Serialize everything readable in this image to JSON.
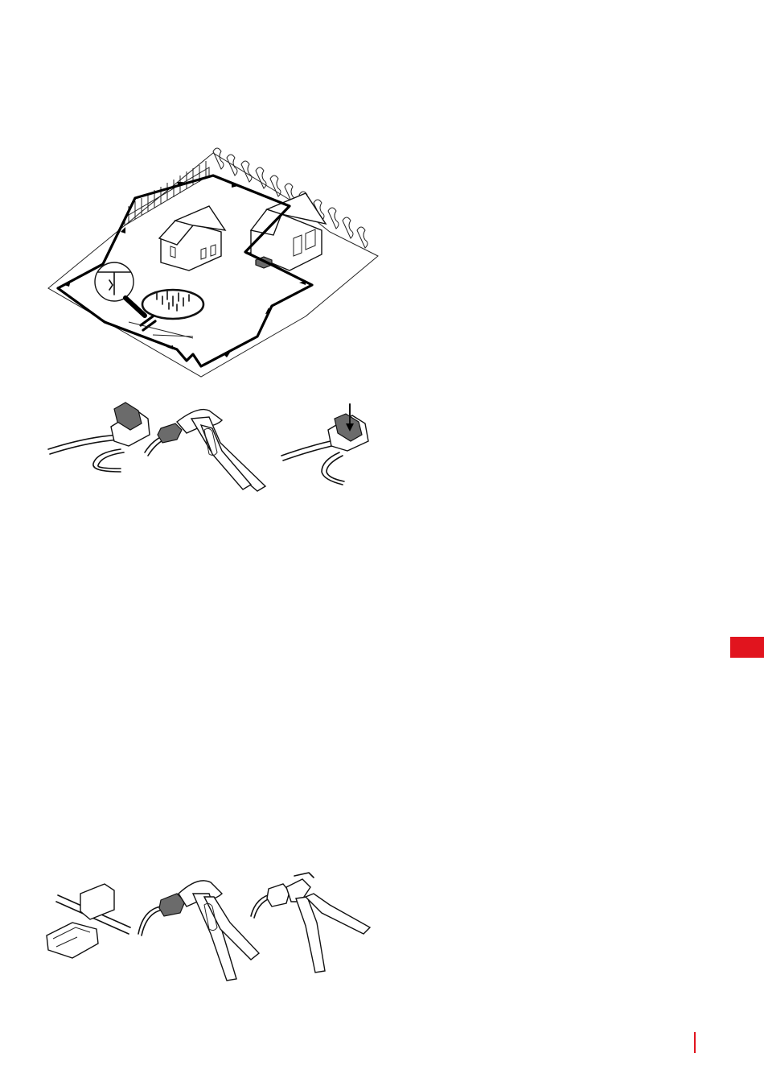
{
  "colors": {
    "accent": "#e1141e",
    "line": "#111111",
    "background": "#ffffff",
    "connector_grey": "#6b6b6b"
  },
  "figures": [
    {
      "id": "garden-layout",
      "icon": "garden-boundary-wire-diagram"
    },
    {
      "id": "connector-steps",
      "icons": [
        "wire-connector-icon",
        "pliers-press-connector-icon",
        "connector-pressed-arrow-icon"
      ]
    },
    {
      "id": "coupler-steps",
      "icons": [
        "coupler-open-icon",
        "pliers-press-coupler-icon",
        "cutting-pliers-icon"
      ]
    }
  ]
}
